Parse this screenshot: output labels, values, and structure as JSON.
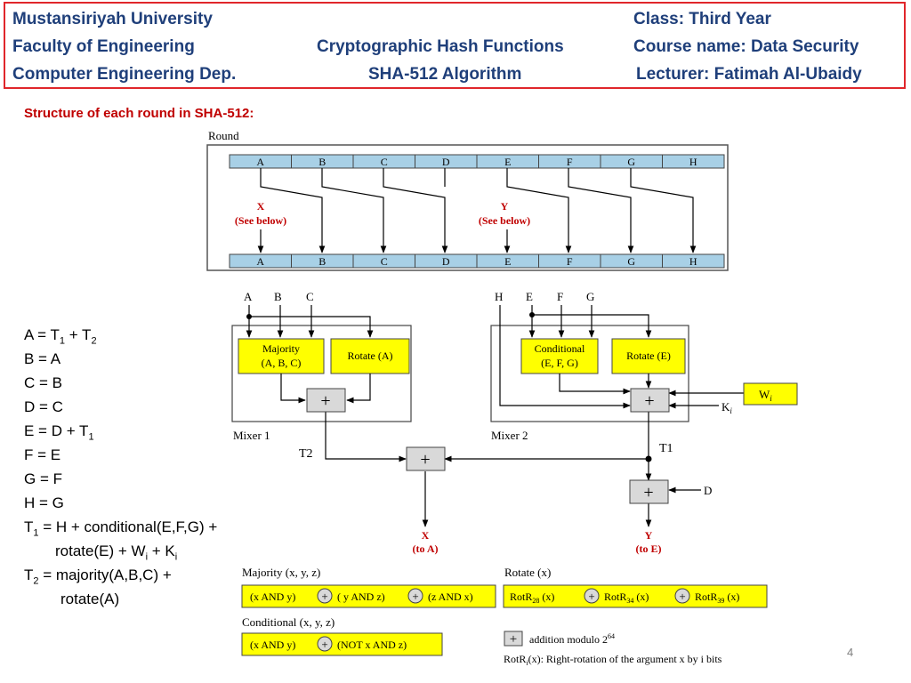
{
  "header": {
    "university": "Mustansiriyah University",
    "faculty": "Faculty of Engineering",
    "department": "Computer Engineering Dep.",
    "topic": "Cryptographic Hash Functions",
    "algorithm": "SHA-512 Algorithm",
    "class": "Class: Third Year",
    "course": "Course name: Data Security",
    "lecturer": "Lecturer: Fatimah Al-Ubaidy"
  },
  "subtitle": "Structure of each round in SHA-512:",
  "equations": {
    "a": [
      "A = T",
      "1",
      " + T",
      "2"
    ],
    "b": "B = A",
    "c": "C = B",
    "d": "D = C",
    "e": [
      "E = D + T",
      "1"
    ],
    "f": "F = E",
    "g": "G = F",
    "h": "H = G",
    "t1_line1": [
      "T",
      "1",
      " = H + conditional(E,F,G) +"
    ],
    "t1_line2": [
      "rotate(E) + W",
      "i",
      " + K",
      "i"
    ],
    "t2_line1": [
      "T",
      "2",
      " = majority(A,B,C) +"
    ],
    "t2_line2": "rotate(A)"
  },
  "diagram": {
    "round_label": "Round",
    "registers": [
      "A",
      "B",
      "C",
      "D",
      "E",
      "F",
      "G",
      "H"
    ],
    "x_label": "X",
    "y_label": "Y",
    "see_below": "(See below)",
    "mixer1": {
      "inputs": [
        "A",
        "B",
        "C"
      ],
      "majority_line1": "Majority",
      "majority_line2": "(A, B, C)",
      "rotate": "Rotate (A)",
      "label": "Mixer 1"
    },
    "mixer2": {
      "inputs": [
        "H",
        "E",
        "F",
        "G"
      ],
      "conditional_line1": "Conditional",
      "conditional_line2": "(E, F, G)",
      "rotate": "Rotate (E)",
      "label": "Mixer 2",
      "w": "W",
      "w_sub": "i",
      "k": "K",
      "k_sub": "i"
    },
    "t1": "T1",
    "t2": "T2",
    "d_label": "D",
    "out_x": "X",
    "out_x_sub": "(to A)",
    "out_y": "Y",
    "out_y_sub": "(to E)"
  },
  "legend": {
    "majority_title": "Majority (x, y, z)",
    "majority_terms": [
      "(x AND y)",
      "( y AND z)",
      "(z AND x)"
    ],
    "rotate_title": "Rotate (x)",
    "rotate_terms": [
      [
        "RotR",
        "28",
        " (x)"
      ],
      [
        "RotR",
        "34",
        " (x)"
      ],
      [
        "RotR",
        "39",
        " (x)"
      ]
    ],
    "conditional_title": "Conditional (x, y, z)",
    "conditional_terms": [
      "(x AND y)",
      "(NOT x AND z)"
    ],
    "addition_note": [
      "addition modulo 2",
      "64"
    ],
    "rotr_note": [
      "RotR",
      "i",
      "(x): Right-rotation of the argument x by i bits"
    ]
  },
  "page_number": "4",
  "colors": {
    "header_border": "#e0262b",
    "header_text": "#1f3f7a",
    "subtitle": "#c00000",
    "register_fill": "#a8d0e6",
    "function_box": "#ffff00",
    "see_below_red": "#c00000"
  }
}
